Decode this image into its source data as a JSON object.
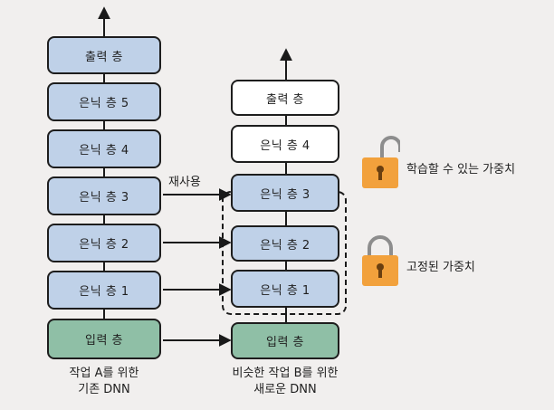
{
  "left_network": {
    "layers": [
      "출력 층",
      "은닉 층 5",
      "은닉 층 4",
      "은닉 층 3",
      "은닉 층 2",
      "은닉 층 1",
      "입력 층"
    ],
    "caption_line1": "작업 A를 위한",
    "caption_line2": "기존 DNN"
  },
  "right_network": {
    "layers": [
      "출력 층",
      "은닉 층 4",
      "은닉 층 3",
      "은닉 층 2",
      "은닉 층 1",
      "입력 층"
    ],
    "caption_line1": "비슷한 작업 B를 위한",
    "caption_line2": "새로운 DNN"
  },
  "reuse_label": "재사용",
  "legend": {
    "trainable": "학습할 수 있는 가중치",
    "frozen": "고정된 가중치"
  },
  "colors": {
    "hidden_blue": "#bfd1e8",
    "input_green": "#8fbfa6",
    "lock_orange": "#f2a13c"
  }
}
